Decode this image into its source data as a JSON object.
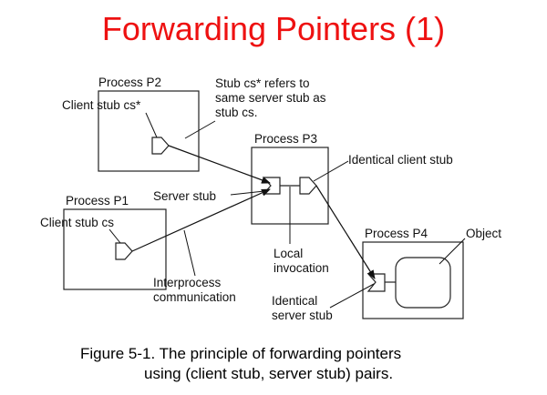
{
  "title": "Forwarding Pointers (1)",
  "diagram": {
    "processes": {
      "p1": "Process P1",
      "p2": "Process P2",
      "p3": "Process P3",
      "p4": "Process P4"
    },
    "labels": {
      "client_stub_cs_star": "Client stub cs*",
      "client_stub_cs": "Client stub cs",
      "stub_note_1": "Stub cs* refers to",
      "stub_note_2": "same server stub as",
      "stub_note_3": "stub cs.",
      "identical_client_stub": "Identical client stub",
      "server_stub": "Server stub",
      "object": "Object",
      "local_1": "Local",
      "local_2": "invocation",
      "ipc_1": "Interprocess",
      "ipc_2": "communication",
      "identical_server_1": "Identical",
      "identical_server_2": "server stub"
    }
  },
  "caption": {
    "line1": "Figure 5-1. The principle of forwarding pointers",
    "line2": "using (client stub, server stub) pairs."
  }
}
